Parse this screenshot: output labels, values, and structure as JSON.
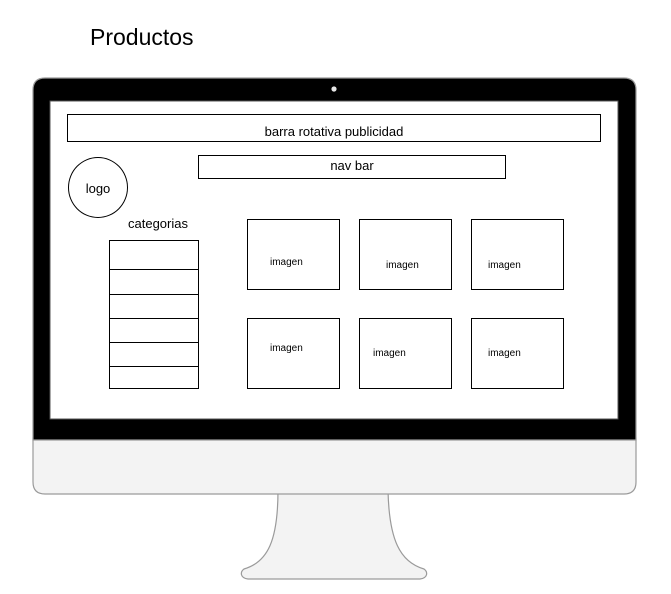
{
  "title": "Productos",
  "wireframe": {
    "banner": "barra rotativa publicidad",
    "navbar": "nav bar",
    "logo": "logo",
    "categories_label": "categorias",
    "category_rows": 6,
    "images": [
      "imagen",
      "imagen",
      "imagen",
      "imagen",
      "imagen",
      "imagen"
    ]
  }
}
